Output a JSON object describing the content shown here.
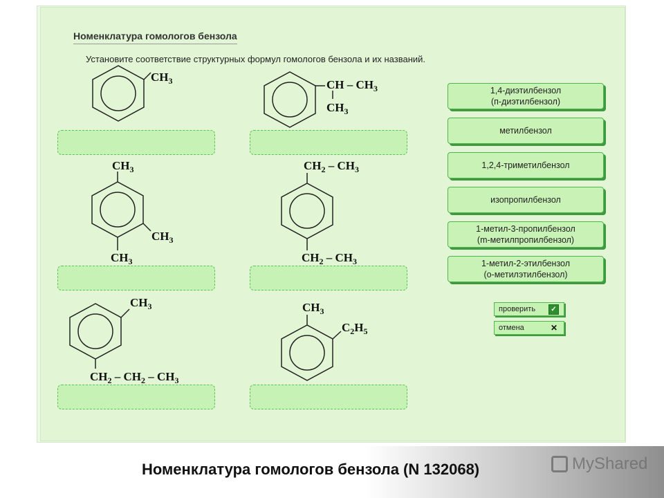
{
  "header": {
    "title": "Номенклатура гомологов бензола",
    "instruction": "Установите соответствие структурных формул гомологов бензола и их названий."
  },
  "structures": [
    {
      "labels": [
        "CH",
        "3"
      ]
    },
    {
      "labels": [
        "CH – CH",
        "3",
        "CH",
        "3"
      ]
    },
    {
      "labels": [
        "CH",
        "3",
        "CH",
        "3",
        "CH",
        "3"
      ]
    },
    {
      "labels": [
        "CH",
        "2",
        " – CH",
        "3",
        "CH",
        "2",
        " – CH",
        "3"
      ]
    },
    {
      "labels": [
        "CH",
        "3",
        "CH",
        "2",
        " – CH",
        "2",
        " – CH",
        "3"
      ]
    },
    {
      "labels": [
        "CH",
        "3",
        "C",
        "2",
        "H",
        "5"
      ]
    }
  ],
  "options": [
    {
      "line1": "1,4-диэтилбензол",
      "line2": "(п-диэтилбензол)"
    },
    {
      "line1": "метилбензол",
      "line2": ""
    },
    {
      "line1": "1,2,4-триметилбензол",
      "line2": ""
    },
    {
      "line1": "изопропилбензол",
      "line2": ""
    },
    {
      "line1": "1-метил-3-пропилбензол",
      "line2": "(m-метилпропилбензол)"
    },
    {
      "line1": "1-метил-2-этилбензол",
      "line2": "(о-метилэтилбензол)"
    }
  ],
  "controls": {
    "check_label": "проверить",
    "check_icon": "checkmark-icon",
    "cancel_label": "отмена",
    "cancel_icon": "cross-icon"
  },
  "footer": {
    "caption": "Номенклатура гомологов бензола (N 132068)",
    "watermark": "MyShared"
  },
  "colors": {
    "panel": "#e2f6d6",
    "slot": "#c6f2b6",
    "option": "#c9f2b6",
    "border_green": "#4fb64f"
  }
}
